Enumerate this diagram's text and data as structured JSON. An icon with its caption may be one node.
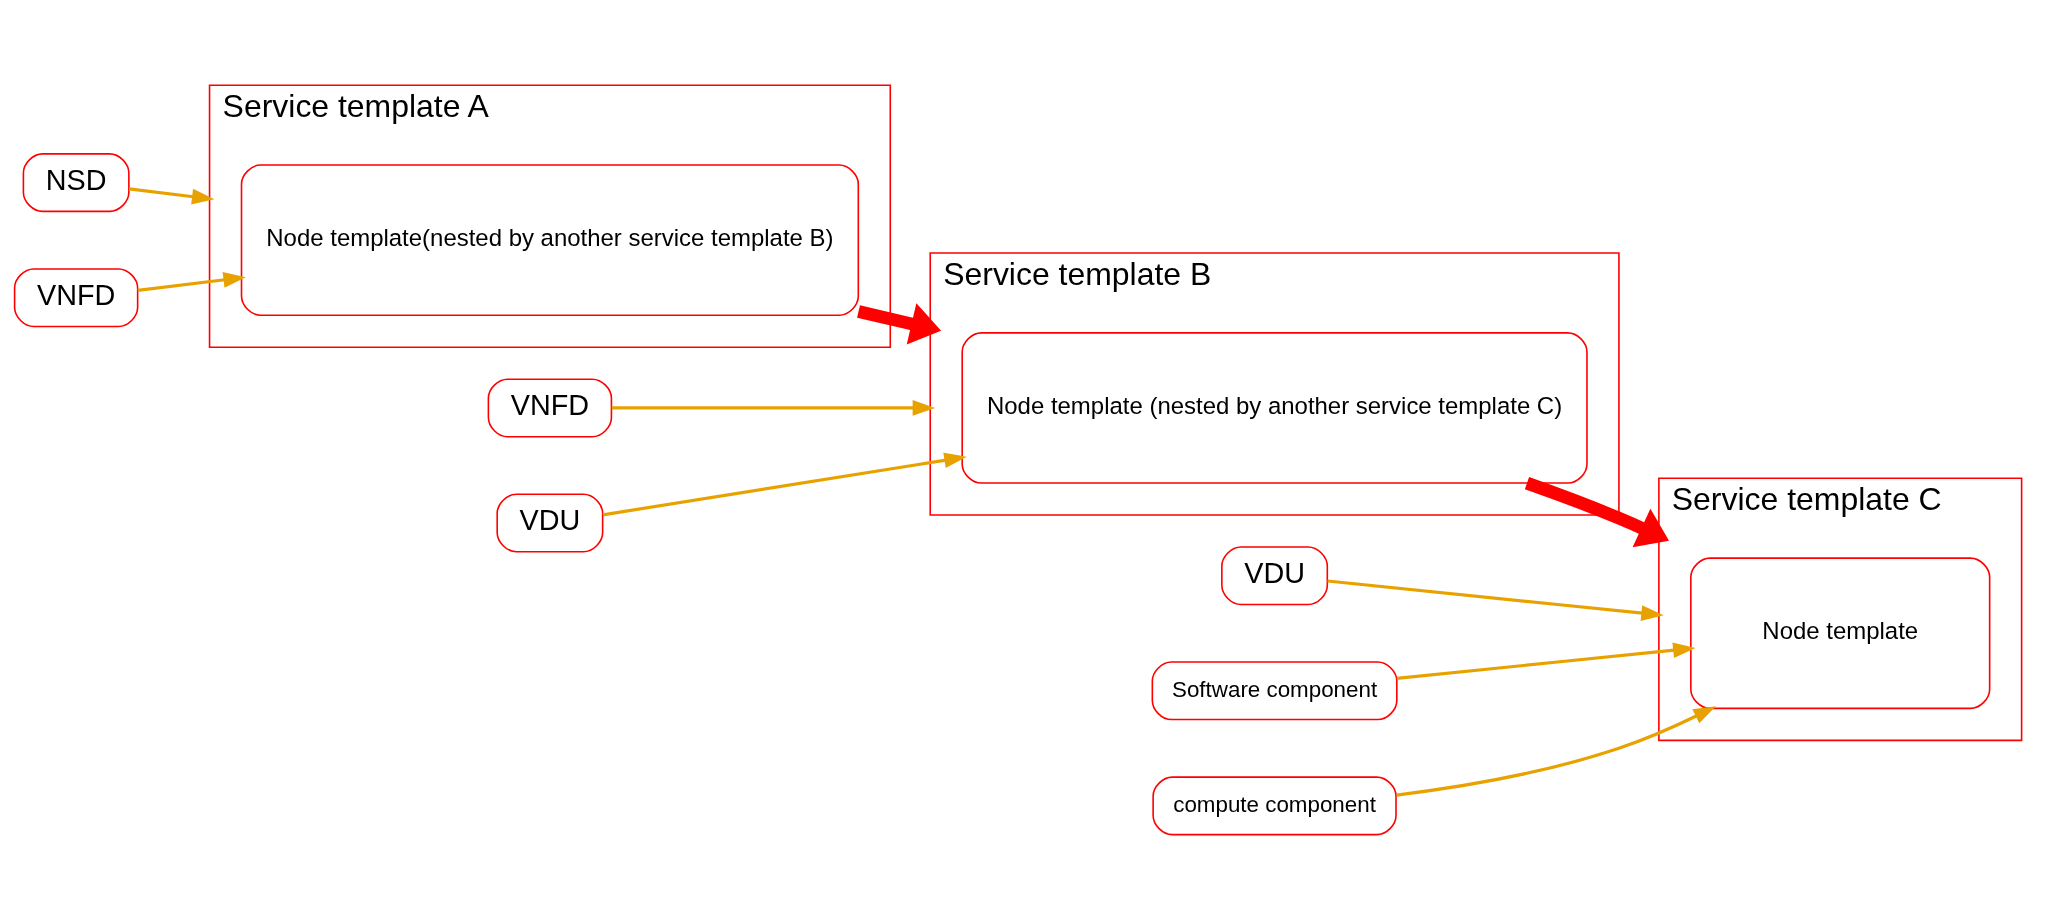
{
  "diagram": {
    "nodes": [
      {
        "text": [
          "NSD"
        ]
      },
      {
        "text": [
          "Service template A"
        ]
      },
      {
        "text": [
          "Node template(nested by another service template B)"
        ],
        "in": 1
      },
      {
        "text": [
          "VNFD"
        ]
      },
      {
        "text": [
          "VNFD"
        ]
      },
      {
        "text": [
          "Service template B"
        ]
      },
      {
        "text": [
          "Node template (nested by another service template C)"
        ],
        "in": 5
      },
      {
        "text": [
          "VDU"
        ]
      },
      {
        "text": [
          "VDU"
        ]
      },
      {
        "text": [
          "Service template C"
        ]
      },
      {
        "text": [
          "Node template"
        ],
        "in": 9
      },
      {
        "text": [
          "Software component"
        ]
      },
      {
        "text": [
          "compute component"
        ]
      }
    ],
    "edges": [
      {
        "from": 0,
        "to": 1,
        "arrow": "to"
      },
      {
        "from": 3,
        "to": 2,
        "arrow": "to"
      },
      {
        "from": 2,
        "to": 5,
        "arrow": "to",
        "style": "thick",
        "color": "#ff0000"
      },
      {
        "from": 4,
        "to": 5,
        "arrow": "to"
      },
      {
        "from": 7,
        "to": 6,
        "arrow": "to"
      },
      {
        "from": 6,
        "to": 9,
        "arrow": "to",
        "style": "thick",
        "color": "#ff0000"
      },
      {
        "from": 8,
        "to": 9,
        "arrow": "to"
      },
      {
        "from": 11,
        "to": 10,
        "arrow": "to"
      },
      {
        "from": 12,
        "to": 10,
        "arrow": "to"
      }
    ]
  }
}
